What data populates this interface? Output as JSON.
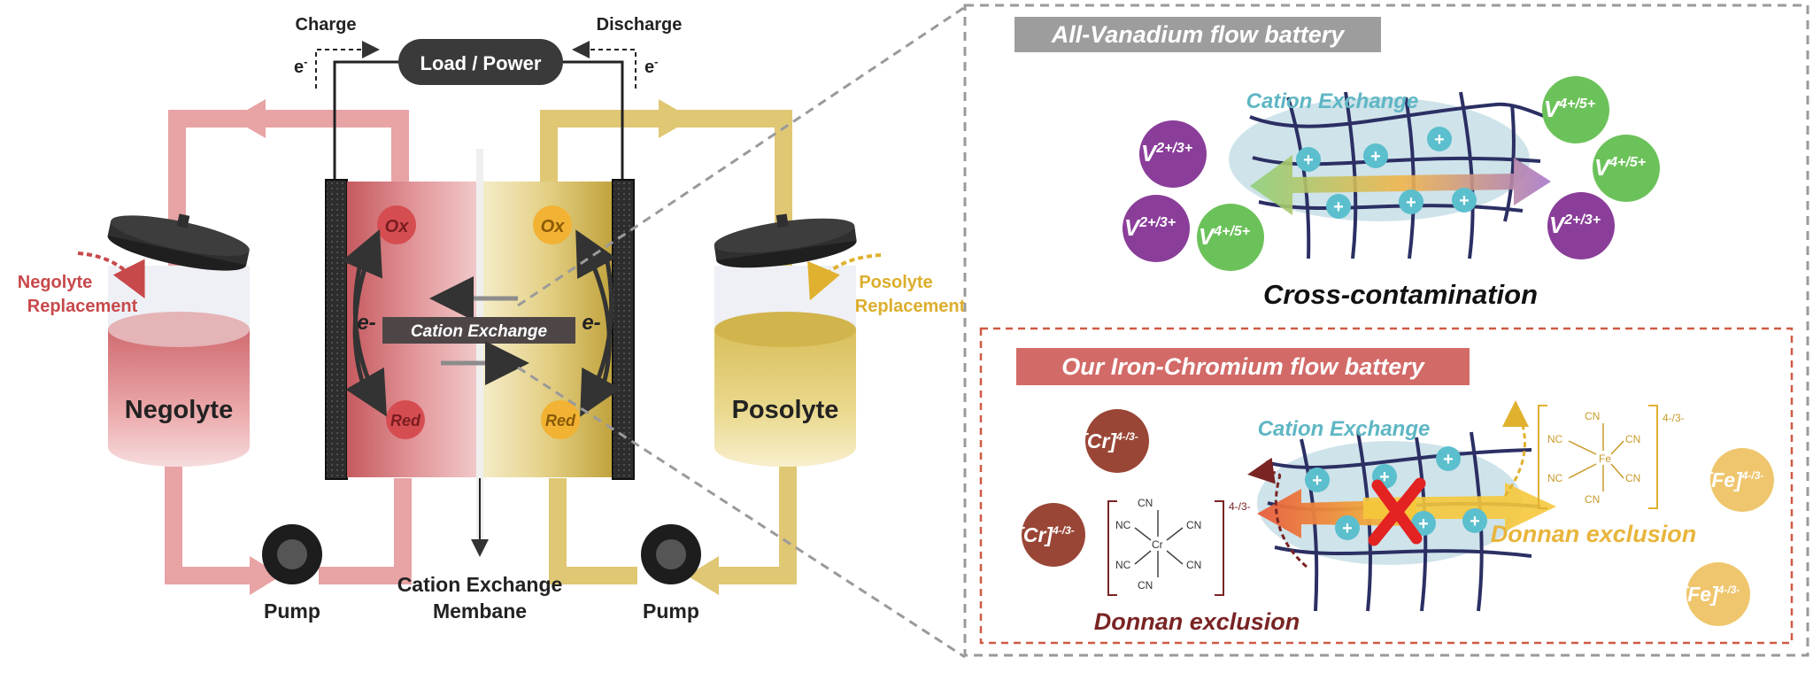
{
  "colors": {
    "neg": "#e8a0a2",
    "neg_dark": "#c8494b",
    "pos": "#e0c871",
    "pos_dark": "#d6a92b",
    "cap": "#2f2f2f",
    "load_box": "#3a3a3a",
    "teal": "#5bbfcd",
    "purple": "#8a3e99",
    "green": "#6cc25a",
    "brown": "#9a4636",
    "gold": "#efc66d",
    "banner_gray": "#9d9d9d",
    "banner_red": "#d26a67",
    "dark_red_text": "#7a2424",
    "gold_text": "#e8b53c",
    "teal_text": "#5fb6c4"
  },
  "left": {
    "charge": "Charge",
    "discharge": "Discharge",
    "electron_left": "e",
    "electron_right": "e",
    "electron_sup": "-",
    "load": "Load / Power",
    "negolyte_replacement_1": "Negolyte",
    "negolyte_replacement_2": "Replacement",
    "posolyte_replacement_1": "Posolyte",
    "posolyte_replacement_2": "Replacement",
    "negolyte": "Negolyte",
    "posolyte": "Posolyte",
    "ox_left": "Ox",
    "ox_right": "Ox",
    "red_left": "Red",
    "red_right": "Red",
    "e_left": "e-",
    "e_right": "e-",
    "cation_exchange": "Cation Exchange",
    "membrane_1": "Cation Exchange",
    "membrane_2": "Membane",
    "pump_left": "Pump",
    "pump_right": "Pump"
  },
  "top_panel": {
    "banner": "All-Vanadium flow battery",
    "cation_exchange": "Cation Exchange",
    "v23_base": "V",
    "v23_sup": "2+/3+",
    "v45_base": "V",
    "v45_sup": "4+/5+",
    "cross_contamination": "Cross-contamination"
  },
  "bottom_panel": {
    "banner": "Our Iron-Chromium flow battery",
    "cation_exchange": "Cation Exchange",
    "cr_base": "[Cr]",
    "cr_sup": "4-/3-",
    "fe_base": "[Fe]",
    "fe_sup": "4-/3-",
    "donnan_left": "Donnan exclusion",
    "donnan_right": "Donnan exclusion",
    "complex_charge": "4-/3-",
    "ligand": "CN",
    "ligand_rev": "NC",
    "cr_center": "Cr",
    "fe_center": "Fe"
  }
}
